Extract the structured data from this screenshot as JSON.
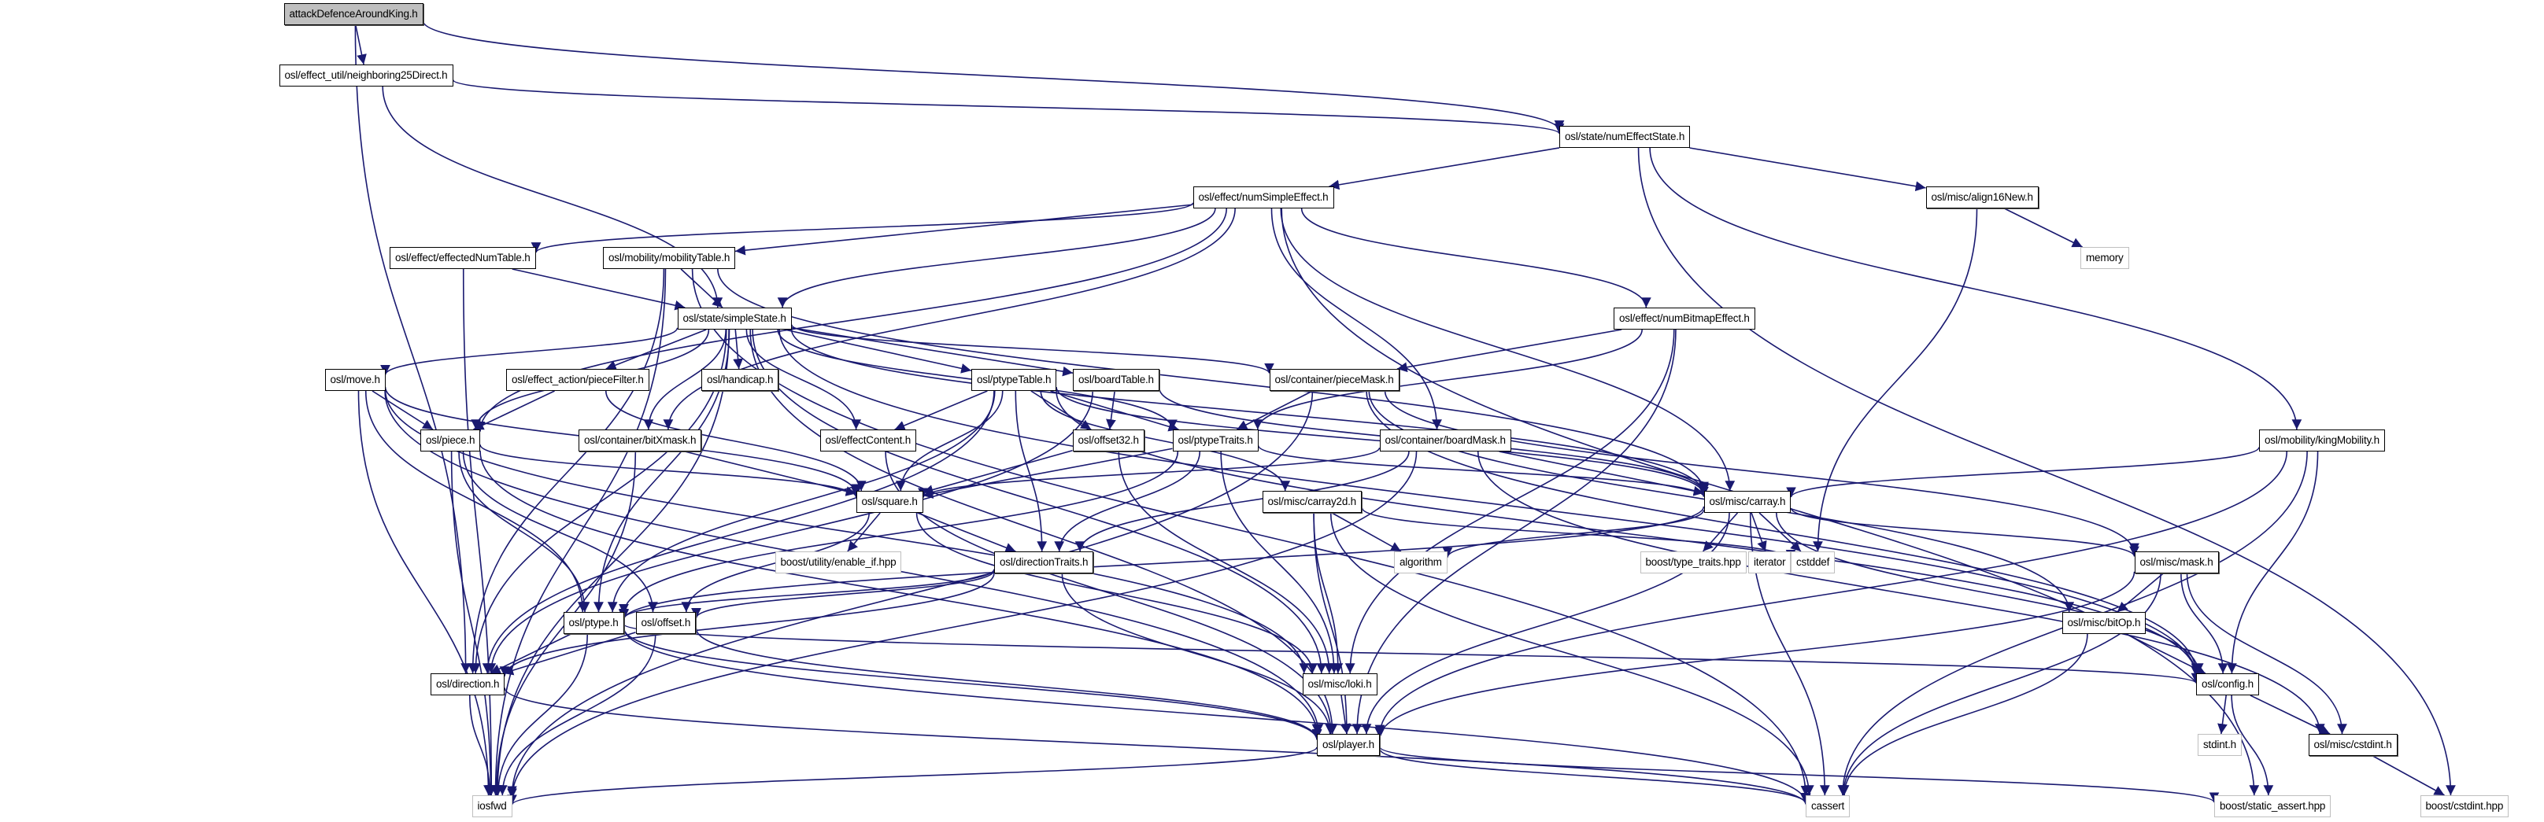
{
  "graph_title": "attackDefenceAroundKing.h include dependency graph",
  "edge_color": "#191970",
  "root_fill": "#bfbfbf",
  "external_border": "#bfbfbf",
  "nodes": [
    {
      "id": "root",
      "label": "attackDefenceAroundKing.h",
      "kind": "root"
    },
    {
      "id": "n25",
      "label": "osl/effect_util/neighboring25Direct.h",
      "kind": "internal"
    },
    {
      "id": "nes",
      "label": "osl/state/numEffectState.h",
      "kind": "internal"
    },
    {
      "id": "nse",
      "label": "osl/effect/numSimpleEffect.h",
      "kind": "internal"
    },
    {
      "id": "a16",
      "label": "osl/misc/align16New.h",
      "kind": "internal"
    },
    {
      "id": "mem",
      "label": "memory",
      "kind": "external"
    },
    {
      "id": "ent",
      "label": "osl/effect/effectedNumTable.h",
      "kind": "internal"
    },
    {
      "id": "mob",
      "label": "osl/mobility/mobilityTable.h",
      "kind": "internal"
    },
    {
      "id": "ss",
      "label": "osl/state/simpleState.h",
      "kind": "internal"
    },
    {
      "id": "nbe",
      "label": "osl/effect/numBitmapEffect.h",
      "kind": "internal"
    },
    {
      "id": "move",
      "label": "osl/move.h",
      "kind": "internal"
    },
    {
      "id": "pf",
      "label": "osl/effect_action/pieceFilter.h",
      "kind": "internal"
    },
    {
      "id": "hc",
      "label": "osl/handicap.h",
      "kind": "internal"
    },
    {
      "id": "ptt",
      "label": "osl/ptypeTable.h",
      "kind": "internal"
    },
    {
      "id": "bt",
      "label": "osl/boardTable.h",
      "kind": "internal"
    },
    {
      "id": "pm",
      "label": "osl/container/pieceMask.h",
      "kind": "internal"
    },
    {
      "id": "km",
      "label": "osl/mobility/kingMobility.h",
      "kind": "internal"
    },
    {
      "id": "piece",
      "label": "osl/piece.h",
      "kind": "internal"
    },
    {
      "id": "bxm",
      "label": "osl/container/bitXmask.h",
      "kind": "internal"
    },
    {
      "id": "ec",
      "label": "osl/effectContent.h",
      "kind": "internal"
    },
    {
      "id": "o32",
      "label": "osl/offset32.h",
      "kind": "internal"
    },
    {
      "id": "ptr",
      "label": "osl/ptypeTraits.h",
      "kind": "internal"
    },
    {
      "id": "bm",
      "label": "osl/container/boardMask.h",
      "kind": "internal"
    },
    {
      "id": "sq",
      "label": "osl/square.h",
      "kind": "internal"
    },
    {
      "id": "c2d",
      "label": "osl/misc/carray2d.h",
      "kind": "internal"
    },
    {
      "id": "ca",
      "label": "osl/misc/carray.h",
      "kind": "internal"
    },
    {
      "id": "enif",
      "label": "boost/utility/enable_if.hpp",
      "kind": "external"
    },
    {
      "id": "dt",
      "label": "osl/directionTraits.h",
      "kind": "internal"
    },
    {
      "id": "alg",
      "label": "algorithm",
      "kind": "external"
    },
    {
      "id": "btt",
      "label": "boost/type_traits.hpp",
      "kind": "external"
    },
    {
      "id": "it",
      "label": "iterator",
      "kind": "external"
    },
    {
      "id": "csd",
      "label": "cstddef",
      "kind": "external"
    },
    {
      "id": "mask",
      "label": "osl/misc/mask.h",
      "kind": "internal"
    },
    {
      "id": "ptype",
      "label": "osl/ptype.h",
      "kind": "internal"
    },
    {
      "id": "off",
      "label": "osl/offset.h",
      "kind": "internal"
    },
    {
      "id": "bitop",
      "label": "osl/misc/bitOp.h",
      "kind": "internal"
    },
    {
      "id": "dir",
      "label": "osl/direction.h",
      "kind": "internal"
    },
    {
      "id": "loki",
      "label": "osl/misc/loki.h",
      "kind": "internal"
    },
    {
      "id": "cfg",
      "label": "osl/config.h",
      "kind": "internal"
    },
    {
      "id": "player",
      "label": "osl/player.h",
      "kind": "internal"
    },
    {
      "id": "stdint",
      "label": "stdint.h",
      "kind": "external"
    },
    {
      "id": "mcs",
      "label": "osl/misc/cstdint.h",
      "kind": "internal"
    },
    {
      "id": "iosfwd",
      "label": "iosfwd",
      "kind": "external"
    },
    {
      "id": "cassert",
      "label": "cassert",
      "kind": "external"
    },
    {
      "id": "bsa",
      "label": "boost/static_assert.hpp",
      "kind": "external"
    },
    {
      "id": "bcs",
      "label": "boost/cstdint.hpp",
      "kind": "external"
    }
  ],
  "edges": [
    [
      "root",
      "n25"
    ],
    [
      "root",
      "nes"
    ],
    [
      "root",
      "dir"
    ],
    [
      "n25",
      "nes"
    ],
    [
      "n25",
      "ss"
    ],
    [
      "nes",
      "nse"
    ],
    [
      "nes",
      "a16"
    ],
    [
      "nes",
      "km"
    ],
    [
      "nes",
      "bcs"
    ],
    [
      "a16",
      "mem"
    ],
    [
      "a16",
      "csd"
    ],
    [
      "nse",
      "ent"
    ],
    [
      "nse",
      "mob"
    ],
    [
      "nse",
      "ss"
    ],
    [
      "nse",
      "nbe"
    ],
    [
      "nse",
      "bxm"
    ],
    [
      "nse",
      "piece"
    ],
    [
      "nse",
      "ca"
    ],
    [
      "nse",
      "bm"
    ],
    [
      "nse",
      "bsa"
    ],
    [
      "ent",
      "ss"
    ],
    [
      "ent",
      "iosfwd"
    ],
    [
      "mob",
      "ss"
    ],
    [
      "mob",
      "ca"
    ],
    [
      "mob",
      "dir"
    ],
    [
      "mob",
      "cassert"
    ],
    [
      "mob",
      "iosfwd"
    ],
    [
      "ss",
      "move"
    ],
    [
      "ss",
      "pf"
    ],
    [
      "ss",
      "hc"
    ],
    [
      "ss",
      "ptt"
    ],
    [
      "ss",
      "bt"
    ],
    [
      "ss",
      "pm"
    ],
    [
      "ss",
      "piece"
    ],
    [
      "ss",
      "bxm"
    ],
    [
      "ss",
      "ec"
    ],
    [
      "ss",
      "ptr"
    ],
    [
      "ss",
      "ca"
    ],
    [
      "ss",
      "loki"
    ],
    [
      "ss",
      "player"
    ],
    [
      "ss",
      "dir"
    ],
    [
      "ss",
      "ptype"
    ],
    [
      "ss",
      "iosfwd"
    ],
    [
      "ss",
      "cfg"
    ],
    [
      "nbe",
      "pm"
    ],
    [
      "nbe",
      "ptr"
    ],
    [
      "nbe",
      "loki"
    ],
    [
      "nbe",
      "player"
    ],
    [
      "move",
      "piece"
    ],
    [
      "move",
      "sq"
    ],
    [
      "move",
      "ptype"
    ],
    [
      "move",
      "player"
    ],
    [
      "move",
      "loki"
    ],
    [
      "move",
      "iosfwd"
    ],
    [
      "pf",
      "piece"
    ],
    [
      "pf",
      "sq"
    ],
    [
      "ptt",
      "ec"
    ],
    [
      "ptt",
      "o32"
    ],
    [
      "ptt",
      "ptr"
    ],
    [
      "ptt",
      "sq"
    ],
    [
      "ptt",
      "c2d"
    ],
    [
      "ptt",
      "ca"
    ],
    [
      "ptt",
      "dt"
    ],
    [
      "ptt",
      "dir"
    ],
    [
      "ptt",
      "ptype"
    ],
    [
      "ptt",
      "cfg"
    ],
    [
      "bt",
      "o32"
    ],
    [
      "bt",
      "ca"
    ],
    [
      "bt",
      "dir"
    ],
    [
      "pm",
      "ptr"
    ],
    [
      "pm",
      "mask"
    ],
    [
      "pm",
      "bitop"
    ],
    [
      "pm",
      "iosfwd"
    ],
    [
      "pm",
      "cfg"
    ],
    [
      "km",
      "ca"
    ],
    [
      "km",
      "player"
    ],
    [
      "km",
      "cfg"
    ],
    [
      "km",
      "cassert"
    ],
    [
      "piece",
      "sq"
    ],
    [
      "piece",
      "ptype"
    ],
    [
      "piece",
      "player"
    ],
    [
      "piece",
      "iosfwd"
    ],
    [
      "piece",
      "off"
    ],
    [
      "bxm",
      "sq"
    ],
    [
      "bxm",
      "iosfwd"
    ],
    [
      "ec",
      "player"
    ],
    [
      "o32",
      "sq"
    ],
    [
      "o32",
      "loki"
    ],
    [
      "ptr",
      "sq"
    ],
    [
      "ptr",
      "dt"
    ],
    [
      "ptr",
      "ptype"
    ],
    [
      "ptr",
      "loki"
    ],
    [
      "ptr",
      "ca"
    ],
    [
      "bm",
      "sq"
    ],
    [
      "bm",
      "ca"
    ],
    [
      "bm",
      "dt"
    ],
    [
      "bm",
      "mcs"
    ],
    [
      "bm",
      "iosfwd"
    ],
    [
      "sq",
      "enif"
    ],
    [
      "sq",
      "dt"
    ],
    [
      "sq",
      "off"
    ],
    [
      "sq",
      "loki"
    ],
    [
      "c2d",
      "alg"
    ],
    [
      "c2d",
      "csd"
    ],
    [
      "c2d",
      "player"
    ],
    [
      "c2d",
      "cassert"
    ],
    [
      "c2d",
      "loki"
    ],
    [
      "ca",
      "alg"
    ],
    [
      "ca",
      "btt"
    ],
    [
      "ca",
      "it"
    ],
    [
      "ca",
      "csd"
    ],
    [
      "ca",
      "mask"
    ],
    [
      "ca",
      "ptype"
    ],
    [
      "ca",
      "player"
    ],
    [
      "ca",
      "cassert"
    ],
    [
      "ca",
      "cfg"
    ],
    [
      "dt",
      "ptype"
    ],
    [
      "dt",
      "off"
    ],
    [
      "dt",
      "dir"
    ],
    [
      "dt",
      "player"
    ],
    [
      "mask",
      "bitop"
    ],
    [
      "mask",
      "cfg"
    ],
    [
      "mask",
      "mcs"
    ],
    [
      "mask",
      "cassert"
    ],
    [
      "mask",
      "player"
    ],
    [
      "ptype",
      "player"
    ],
    [
      "ptype",
      "iosfwd"
    ],
    [
      "ptype",
      "cassert"
    ],
    [
      "ptype",
      "dir"
    ],
    [
      "ptype",
      "cfg"
    ],
    [
      "off",
      "dir"
    ],
    [
      "off",
      "player"
    ],
    [
      "off",
      "iosfwd"
    ],
    [
      "bitop",
      "cfg"
    ],
    [
      "bitop",
      "cassert"
    ],
    [
      "dir",
      "iosfwd"
    ],
    [
      "dir",
      "cassert"
    ],
    [
      "loki",
      "player"
    ],
    [
      "cfg",
      "stdint"
    ],
    [
      "cfg",
      "mcs"
    ],
    [
      "cfg",
      "bsa"
    ],
    [
      "player",
      "iosfwd"
    ],
    [
      "player",
      "cassert"
    ],
    [
      "player",
      "bsa"
    ],
    [
      "mcs",
      "bcs"
    ]
  ]
}
